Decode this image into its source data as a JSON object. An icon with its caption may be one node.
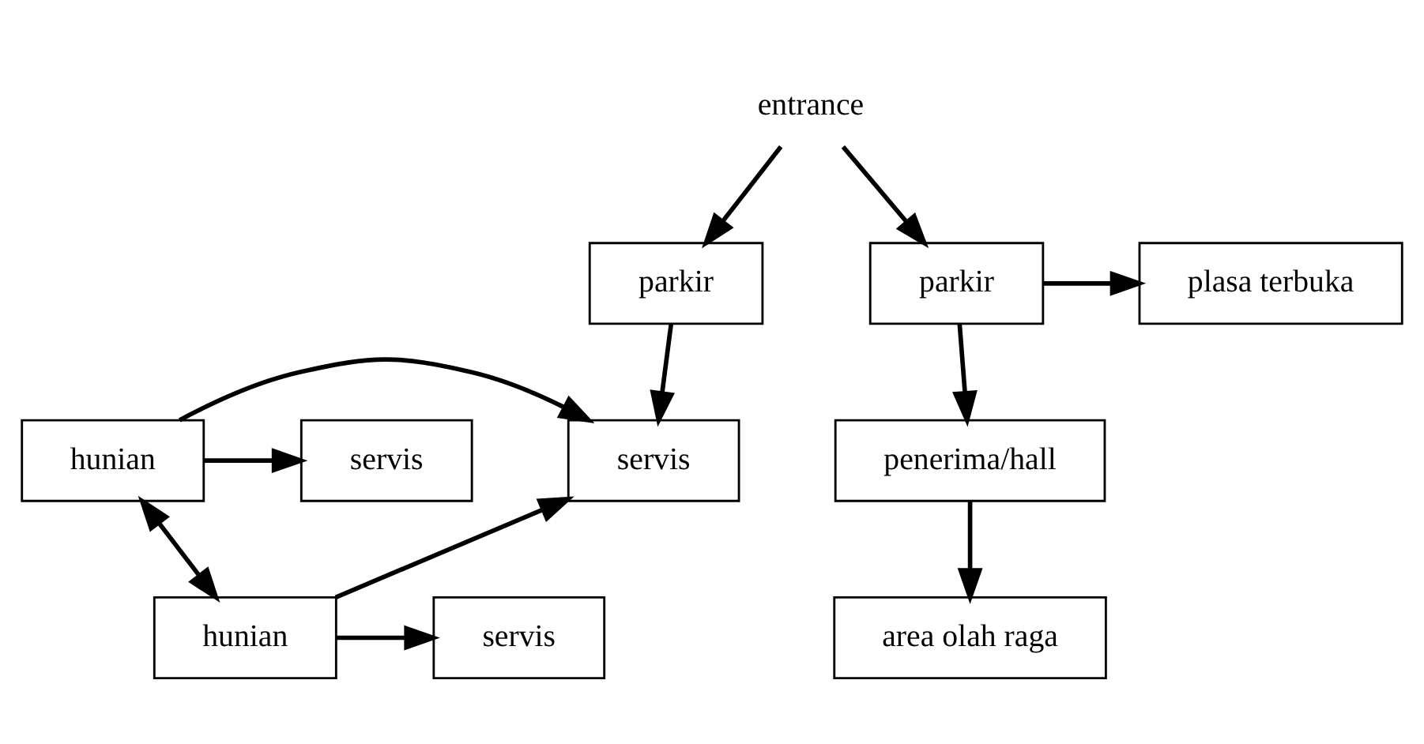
{
  "diagram": {
    "nodes": [
      {
        "text": [
          "entrance"
        ]
      },
      {
        "text": [
          "parkir"
        ]
      },
      {
        "text": [
          "parkir"
        ]
      },
      {
        "text": [
          "plasa terbuka"
        ]
      },
      {
        "text": [
          "servis"
        ]
      },
      {
        "text": [
          "penerima/hall"
        ]
      },
      {
        "text": [
          "hunian"
        ]
      },
      {
        "text": [
          "servis"
        ]
      },
      {
        "text": [
          "area olah raga"
        ]
      },
      {
        "text": [
          "hunian"
        ]
      },
      {
        "text": [
          "servis"
        ]
      }
    ],
    "edges": [
      {
        "from": 0,
        "to": 1,
        "arrow": "to"
      },
      {
        "from": 0,
        "to": 2,
        "arrow": "to"
      },
      {
        "from": 2,
        "to": 3,
        "arrow": "to"
      },
      {
        "from": 1,
        "to": 4,
        "arrow": "to"
      },
      {
        "from": 2,
        "to": 5,
        "arrow": "to"
      },
      {
        "from": 6,
        "to": 7,
        "arrow": "to"
      },
      {
        "from": 5,
        "to": 8,
        "arrow": "to"
      },
      {
        "from": 6,
        "to": 4,
        "arrow": "to"
      },
      {
        "from": 9,
        "to": 4,
        "arrow": "to"
      },
      {
        "from": 6,
        "to": 9,
        "arrow": "both"
      },
      {
        "from": 9,
        "to": 10,
        "arrow": "to"
      }
    ]
  }
}
